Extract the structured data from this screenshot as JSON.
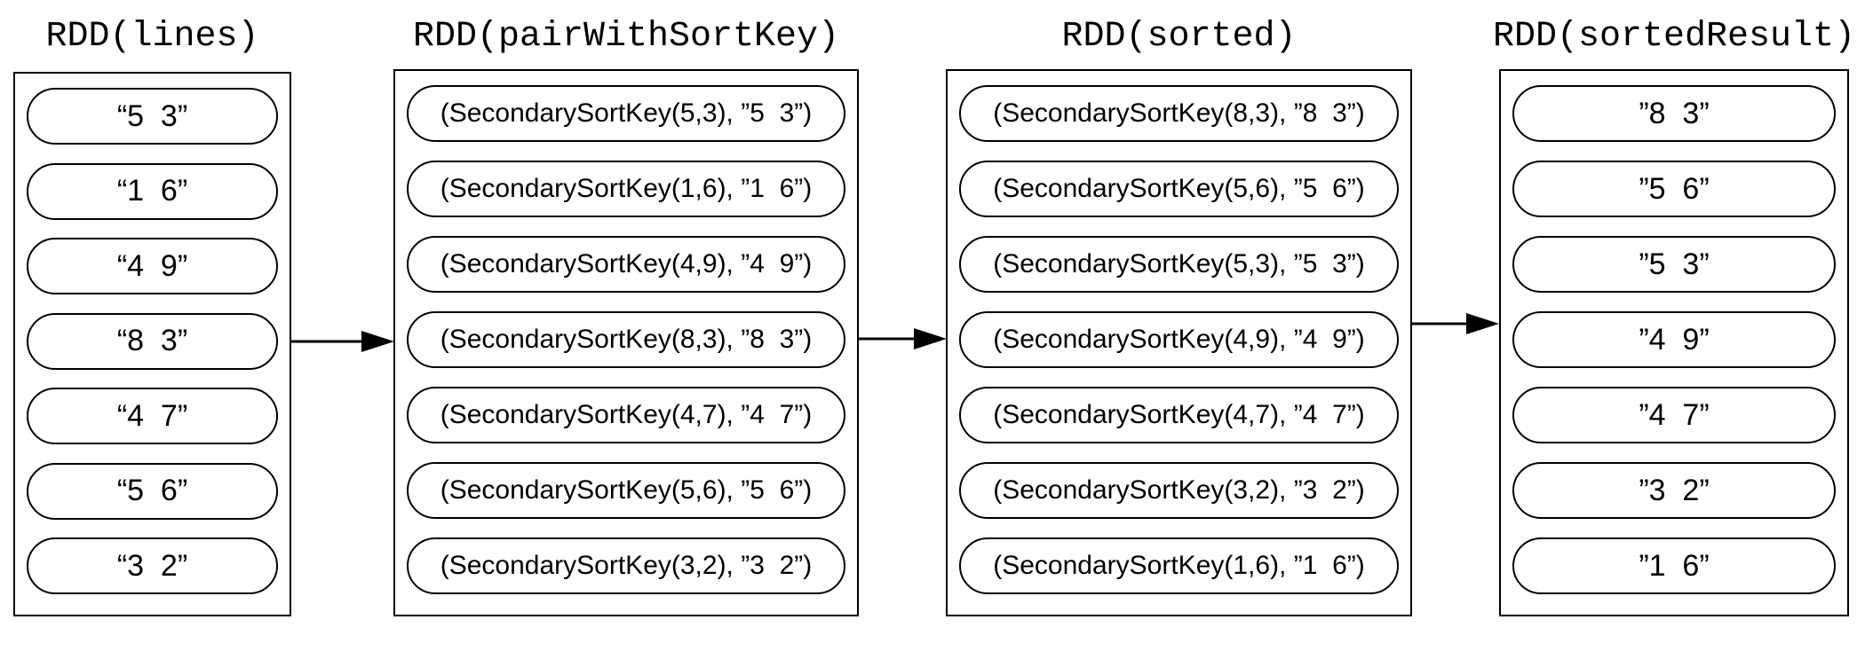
{
  "diagram": {
    "columns": [
      {
        "id": "lines",
        "title": "RDD(lines)",
        "items": [
          "“5  3”",
          "“1  6”",
          "“4  9”",
          "“8  3”",
          "“4  7”",
          "“5  6”",
          "“3  2”"
        ]
      },
      {
        "id": "pairWithSortKey",
        "title": "RDD(pairWithSortKey)",
        "items": [
          "(SecondarySortKey(5,3), ”5  3”)",
          "(SecondarySortKey(1,6), ”1  6”)",
          "(SecondarySortKey(4,9), ”4  9”)",
          "(SecondarySortKey(8,3), ”8  3”)",
          "(SecondarySortKey(4,7), ”4  7”)",
          "(SecondarySortKey(5,6), ”5  6”)",
          "(SecondarySortKey(3,2), ”3  2”)"
        ]
      },
      {
        "id": "sorted",
        "title": "RDD(sorted)",
        "items": [
          "(SecondarySortKey(8,3), ”8  3”)",
          "(SecondarySortKey(5,6), ”5  6”)",
          "(SecondarySortKey(5,3), ”5  3”)",
          "(SecondarySortKey(4,9), ”4  9”)",
          "(SecondarySortKey(4,7), ”4  7”)",
          "(SecondarySortKey(3,2), ”3  2”)",
          "(SecondarySortKey(1,6), ”1  6”)"
        ]
      },
      {
        "id": "sortedResult",
        "title": "RDD(sortedResult)",
        "items": [
          "”8  3”",
          "”5  6”",
          "”5  3”",
          "”4  9”",
          "”4  7”",
          "”3  2”",
          "”1  6”"
        ]
      }
    ],
    "arrows": [
      {
        "from": "lines",
        "to": "pairWithSortKey"
      },
      {
        "from": "pairWithSortKey",
        "to": "sorted"
      },
      {
        "from": "sorted",
        "to": "sortedResult"
      }
    ]
  },
  "colors": {
    "stroke": "#000000",
    "background": "#ffffff"
  }
}
